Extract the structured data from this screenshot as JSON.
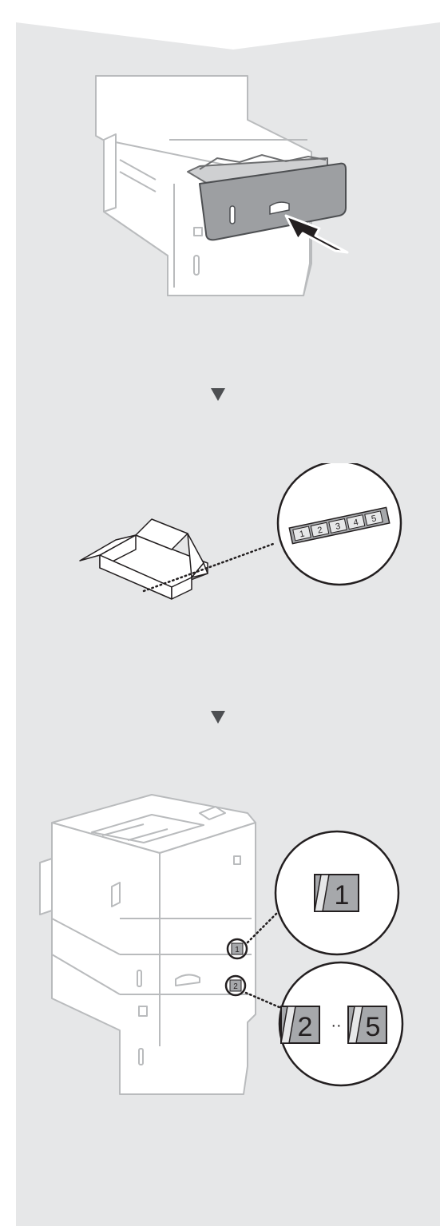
{
  "colors": {
    "panel_bg": "#e6e7e8",
    "line": "#b9bbbd",
    "dark_gray": "#6d6e70",
    "arrow": "#4d4f52"
  },
  "steps": [
    {
      "icon": "push-tray-arrow-icon"
    },
    {
      "icon": "sticker-sheet-box-icon"
    },
    {
      "icon": "printer-labeled-icon"
    }
  ],
  "sticker_sheet": {
    "numbers": [
      "1",
      "2",
      "3",
      "4",
      "5"
    ]
  },
  "labels": {
    "unit_1": "1",
    "unit_2": "2",
    "range_start": "2",
    "range_sep": "··",
    "range_end": "5"
  }
}
